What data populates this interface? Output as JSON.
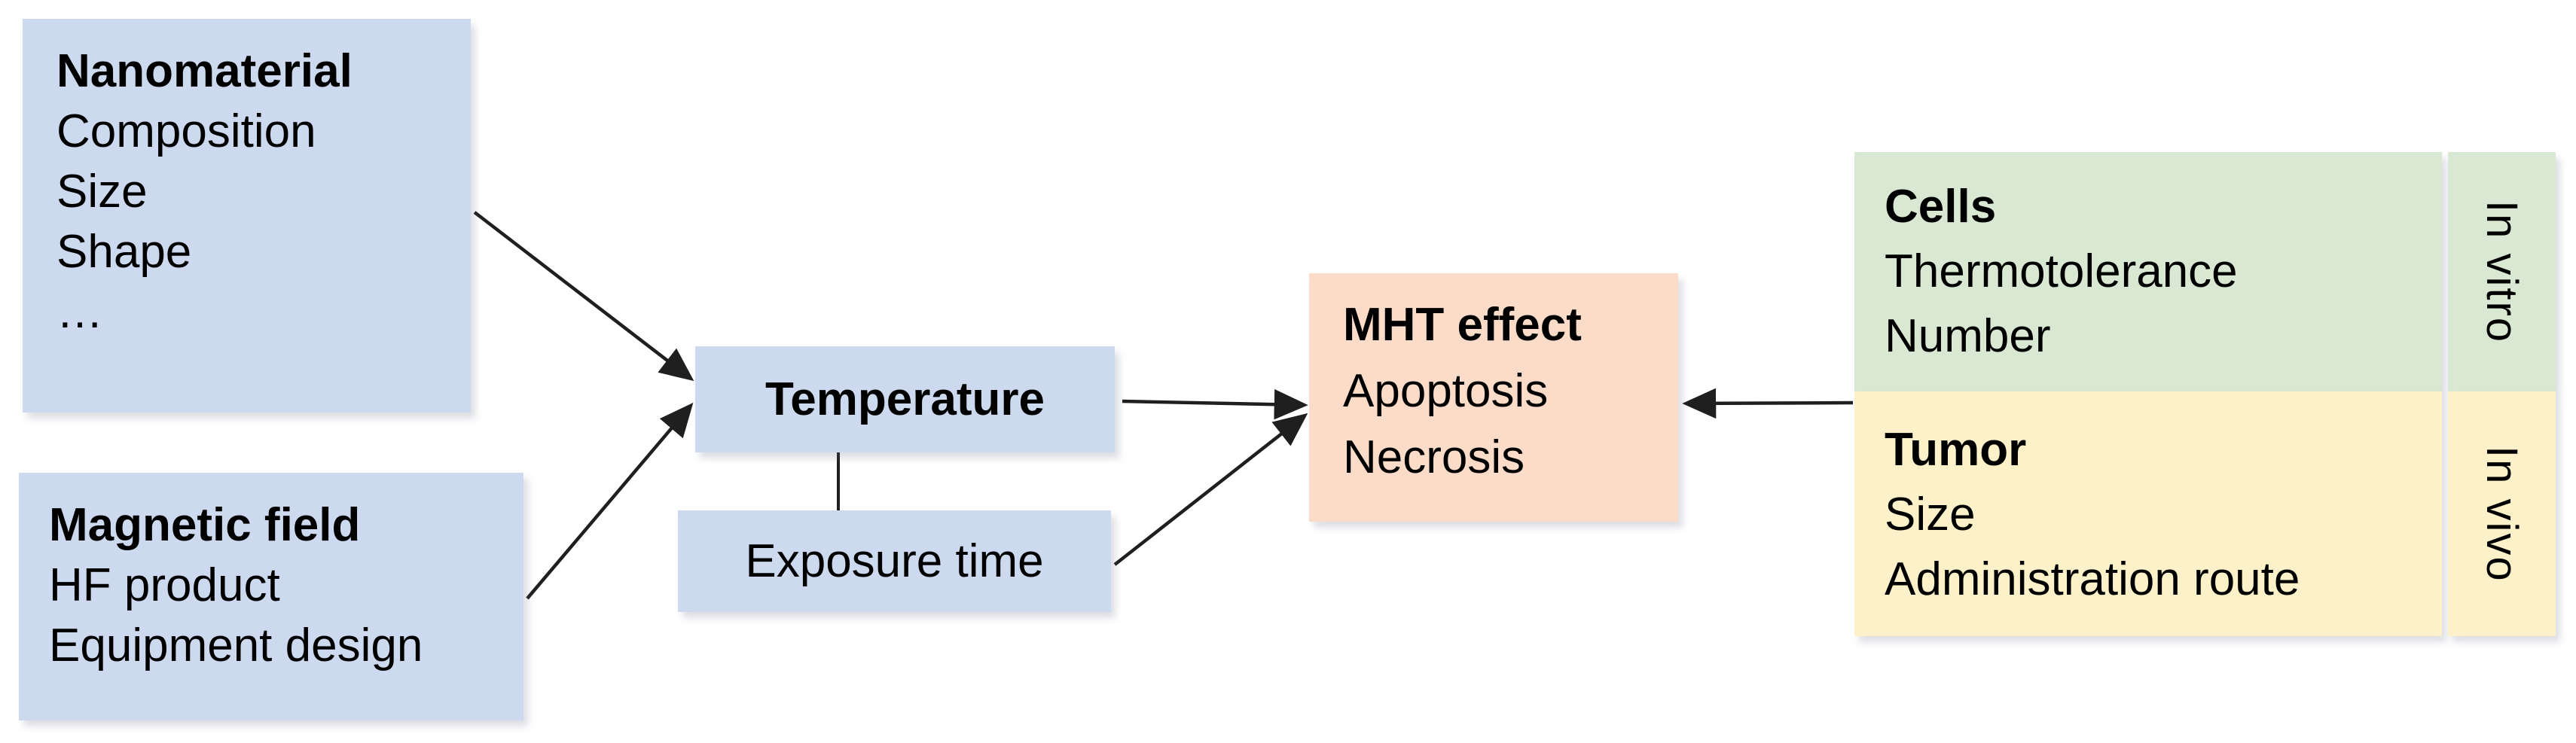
{
  "colors": {
    "background": "#ffffff",
    "text": "#000000",
    "arrow": "#1f1f1f",
    "box_blue": "#ccd9ee",
    "box_peach": "#fbdcc8",
    "box_green": "#d8e8d2",
    "box_yellow": "#fcf1c9"
  },
  "boxes": {
    "nanomaterial": {
      "title": "Nanomaterial",
      "lines": [
        "Composition",
        "Size",
        "Shape",
        "…"
      ]
    },
    "magnetic_field": {
      "title": "Magnetic field",
      "lines": [
        "HF product",
        "Equipment design"
      ]
    },
    "temperature": {
      "title": "Temperature"
    },
    "exposure_time": {
      "label": "Exposure time"
    },
    "mht_effect": {
      "title": "MHT effect",
      "lines": [
        "Apoptosis",
        "Necrosis"
      ]
    },
    "cells": {
      "title": "Cells",
      "lines": [
        "Thermotolerance",
        "Number"
      ]
    },
    "tumor": {
      "title": "Tumor",
      "lines": [
        "Size",
        "Administration route"
      ]
    },
    "in_vitro": {
      "label": "In vitro"
    },
    "in_vivo": {
      "label": "In vivo"
    }
  }
}
